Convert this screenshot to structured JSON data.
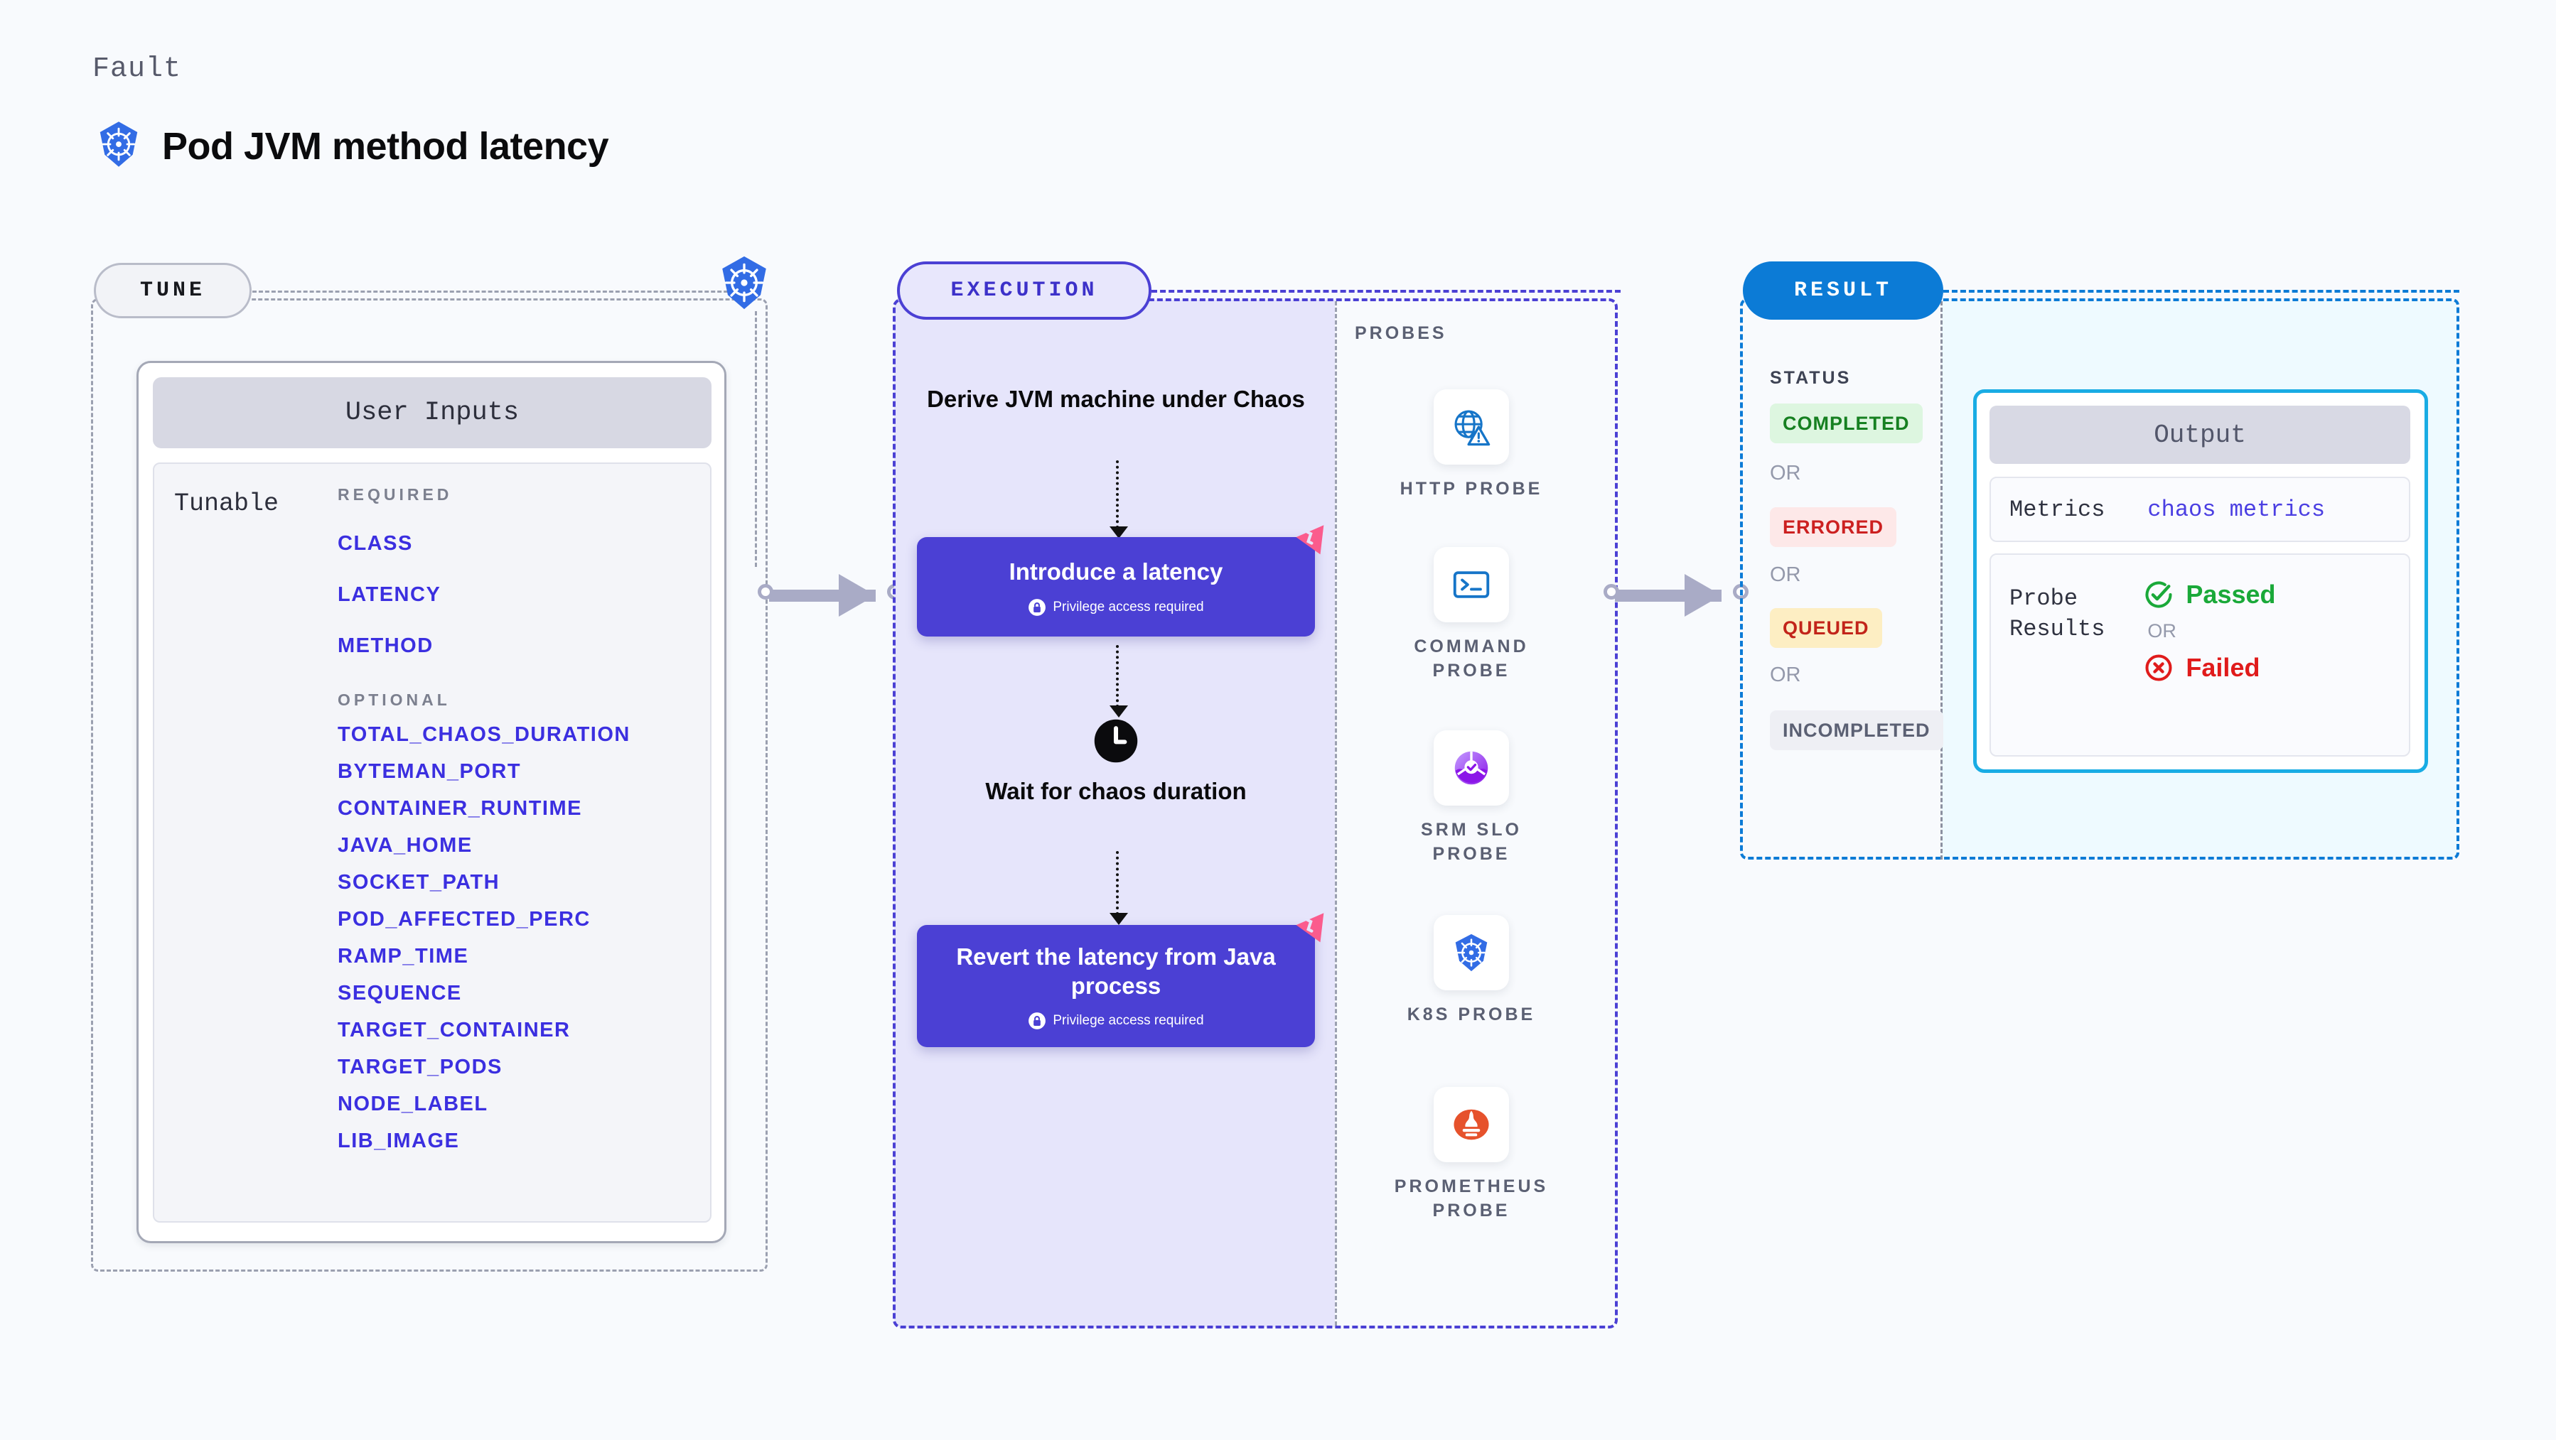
{
  "header": {
    "kicker": "Fault",
    "title": "Pod JVM method latency",
    "icon": "kubernetes-icon"
  },
  "tune": {
    "tag": "TUNE",
    "k8s_icon": "kubernetes-icon",
    "card_title": "User Inputs",
    "tunable_label": "Tunable",
    "required_heading": "REQUIRED",
    "required": [
      "CLASS",
      "LATENCY",
      "METHOD"
    ],
    "optional_heading": "OPTIONAL",
    "optional": [
      "TOTAL_CHAOS_DURATION",
      "BYTEMAN_PORT",
      "CONTAINER_RUNTIME",
      "JAVA_HOME",
      "SOCKET_PATH",
      "POD_AFFECTED_PERC",
      "RAMP_TIME",
      "SEQUENCE",
      "TARGET_CONTAINER",
      "TARGET_PODS",
      "NODE_LABEL",
      "LIB_IMAGE"
    ]
  },
  "execution": {
    "tag": "EXECUTION",
    "steps": [
      {
        "kind": "text",
        "title": "Derive JVM machine under Chaos"
      },
      {
        "kind": "box",
        "title": "Introduce a latency",
        "privilege": "Privilege access required",
        "badge": "harness-icon"
      },
      {
        "kind": "wait",
        "title": "Wait for chaos duration",
        "icon": "clock-icon"
      },
      {
        "kind": "box",
        "title": "Revert the latency from Java process",
        "privilege": "Privilege access required",
        "badge": "harness-icon"
      }
    ]
  },
  "probes": {
    "heading": "PROBES",
    "items": [
      {
        "name": "HTTP PROBE",
        "icon": "globe-warning-icon"
      },
      {
        "name": "COMMAND PROBE",
        "icon": "terminal-icon"
      },
      {
        "name": "SRM SLO PROBE",
        "icon": "srm-slo-icon"
      },
      {
        "name": "K8S PROBE",
        "icon": "kubernetes-icon"
      },
      {
        "name": "PROMETHEUS PROBE",
        "icon": "prometheus-icon"
      }
    ]
  },
  "result": {
    "tag": "RESULT",
    "status_heading": "STATUS",
    "or_label": "OR",
    "statuses": [
      {
        "label": "COMPLETED",
        "bg": "#ddf6e0",
        "fg": "#168021"
      },
      {
        "label": "ERRORED",
        "bg": "#fde8e8",
        "fg": "#cc2020"
      },
      {
        "label": "QUEUED",
        "bg": "#fdeec3",
        "fg": "#c2241a"
      },
      {
        "label": "INCOMPLETED",
        "bg": "#eeeff4",
        "fg": "#5b6073"
      }
    ],
    "output": {
      "title": "Output",
      "metrics_label": "Metrics",
      "metrics_value": "chaos metrics",
      "probe_results_label": "Probe Results",
      "passed_label": "Passed",
      "failed_label": "Failed",
      "or_label": "OR",
      "passed_icon": "check-circle-icon",
      "failed_icon": "x-circle-icon"
    }
  },
  "colors": {
    "page_bg": "#f8fafd",
    "tune_border": "#9ba0b0",
    "execution_purple": "#4b40d4",
    "execution_fill": "#e6e5fb",
    "result_blue": "#0c7bd6",
    "output_fill": "#eefaff",
    "param_blue": "#3b2fe0",
    "harness_pink": "#fb5c8d",
    "connector_grey": "#a9abc6"
  }
}
